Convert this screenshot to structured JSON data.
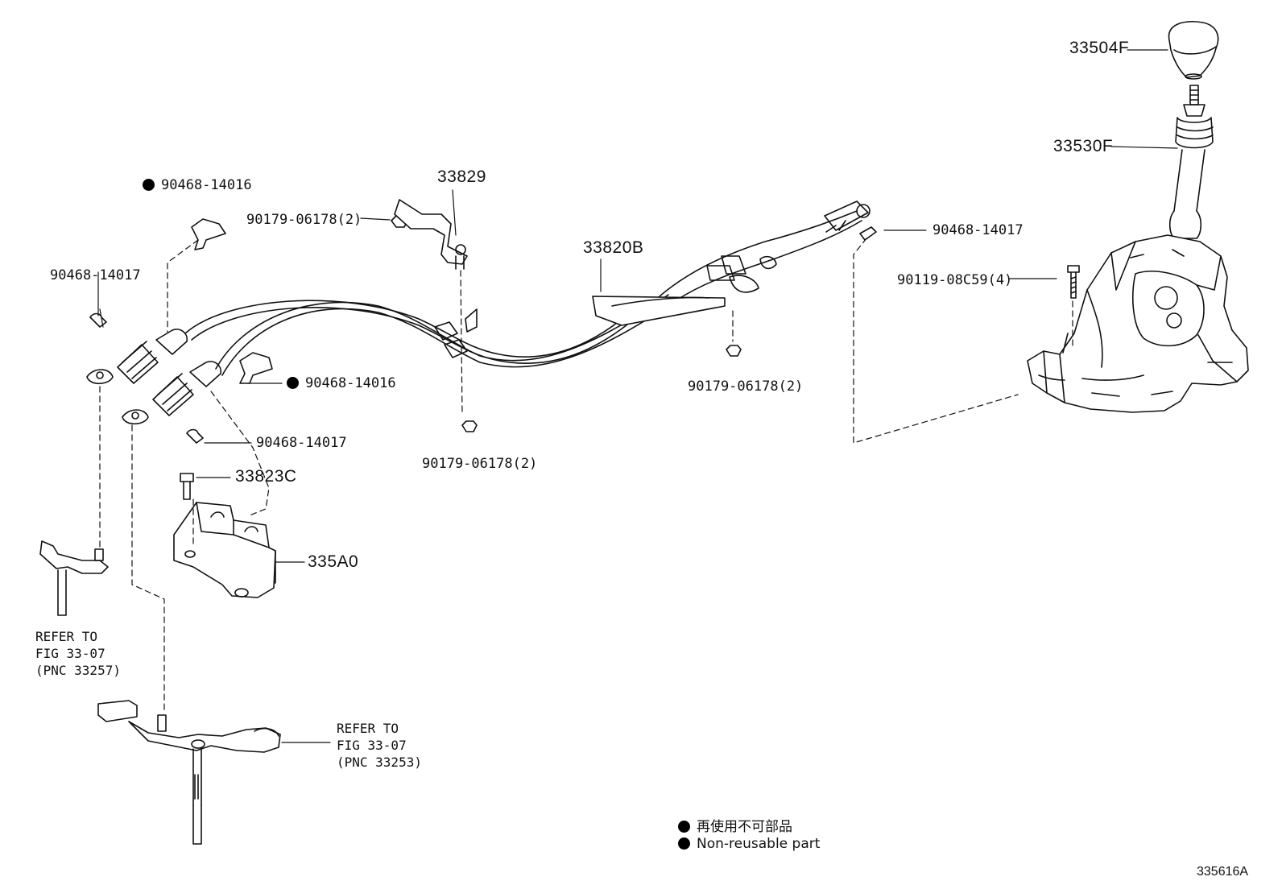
{
  "labels": {
    "knob": "33504F",
    "boot": "33530F",
    "clip_right": "90468-14017",
    "bolt_right": "90119-08C59(4)",
    "cable": "33820B",
    "bracket_top": "33829",
    "nut_top": "90179-06178(2)",
    "nut_mid": "90179-06178(2)",
    "nut_bottom": "90179-06178(2)",
    "clip_top_left": "90468-14016",
    "clip_mid_left": "90468-14016",
    "pin_left": "90468-14017",
    "pin_mid": "90468-14017",
    "bolt_c": "33823C",
    "bracket_a0": "335A0"
  },
  "refs": {
    "left": "REFER TO\nFIG 33-07\n(PNC 33257)",
    "bottom": "REFER TO\nFIG 33-07\n(PNC 33253)"
  },
  "legend": {
    "jp": "再使用不可部品",
    "en": "Non-reusable part"
  },
  "figure_id": "335616A"
}
